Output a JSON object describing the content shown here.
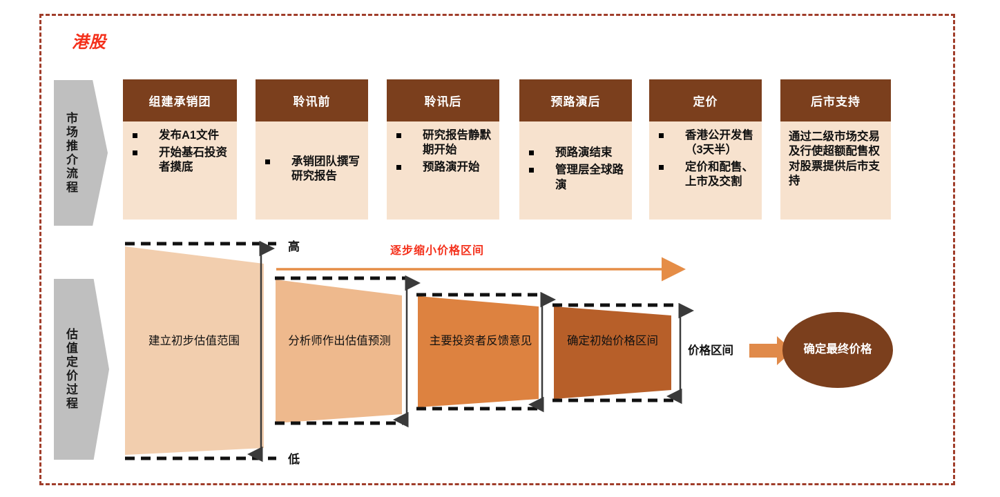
{
  "title": "港股",
  "colors": {
    "frame_border": "#A03D2A",
    "title_red": "#F4301B",
    "header_brown": "#7B3F1D",
    "card_body": "#F7E2CE",
    "band_gray": "#BFBFBF",
    "funnel_1": "#F2CEAE",
    "funnel_2": "#EEB98D",
    "funnel_3": "#DD8240",
    "funnel_4": "#B75F29",
    "arrow_orange": "#E08game"
  },
  "bands": [
    {
      "name": "market-marketing-process",
      "label": "市场推介流程"
    },
    {
      "name": "valuation-pricing-process",
      "label": "估值定价过程"
    }
  ],
  "process_cards": [
    {
      "header": "组建承销团",
      "type": "bullets",
      "items": [
        "发布A1文件",
        "开始基石投资者摸底"
      ]
    },
    {
      "header": "聆讯前",
      "type": "bullets",
      "items": [
        "承销团队撰写研究报告"
      ]
    },
    {
      "header": "聆讯后",
      "type": "bullets",
      "items": [
        "研究报告静默期开始",
        "预路演开始"
      ]
    },
    {
      "header": "预路演后",
      "type": "bullets",
      "items": [
        "预路演结束",
        "管理层全球路演"
      ]
    },
    {
      "header": "定价",
      "type": "bullets",
      "items": [
        "香港公开发售（3天半）",
        "定价和配售、上市及交割"
      ]
    },
    {
      "header": "后市支持",
      "type": "plain",
      "text": "通过二级市场交易及行使超额配售权对股票提供后市支持"
    }
  ],
  "funnel": {
    "axis_high": "高",
    "axis_low": "低",
    "narrowing_note": "逐步缩小价格区间",
    "price_range_label": "价格区间",
    "final_label": "确定最终价格",
    "stages": [
      {
        "label": "建立初步估值范围",
        "fill": "#F2CEAE"
      },
      {
        "label": "分析师作出估值预测",
        "fill": "#EEB98D"
      },
      {
        "label": "主要投资者反馈意见",
        "fill": "#DD8240"
      },
      {
        "label": "确定初始价格区间",
        "fill": "#B75F29"
      }
    ]
  }
}
